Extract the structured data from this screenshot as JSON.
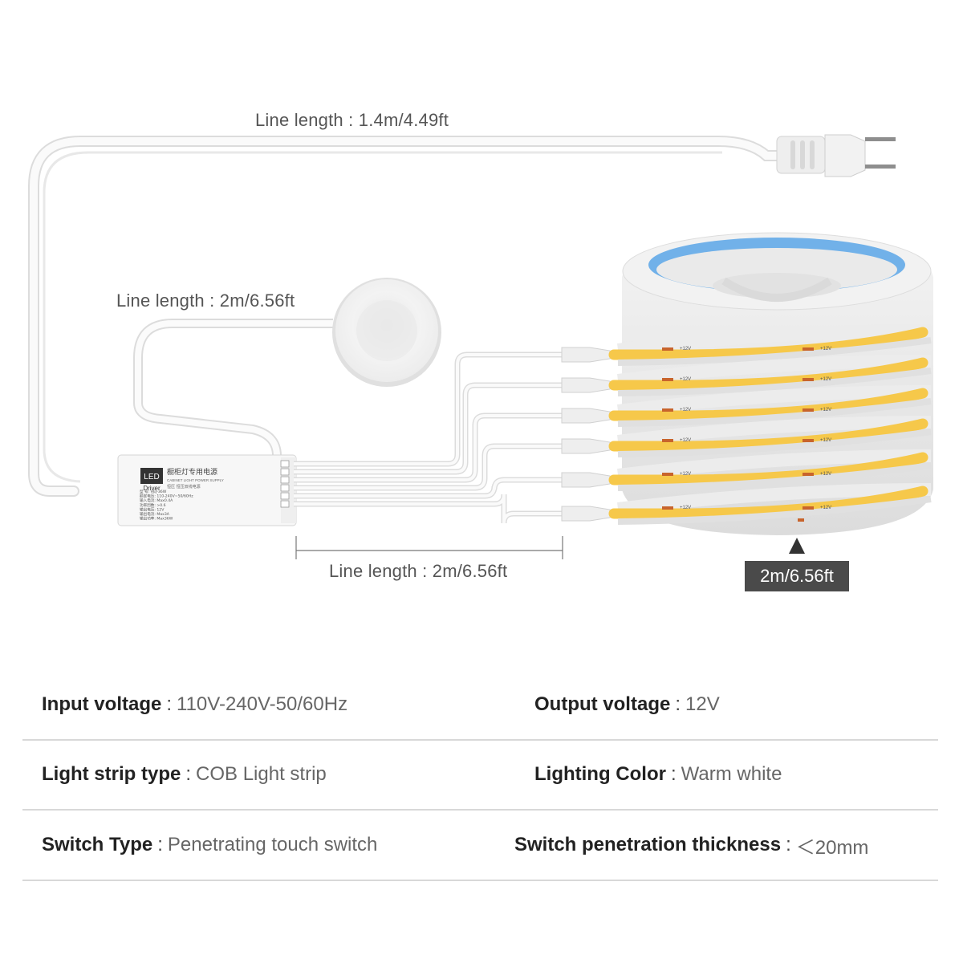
{
  "labels": {
    "plug_line": "Line length : 1.4m/4.49ft",
    "switch_line": "Line length : 2m/6.56ft",
    "output_line": "Line length : 2m/6.56ft",
    "strip_length": "2m/6.56ft"
  },
  "driver": {
    "logo_line1": "LED",
    "logo_line2": "Driver",
    "title_cn": "橱柜灯专用电源",
    "subtitle_en": "CABINET LIGHT POWER SUPPLY",
    "subtitle_cn": "恒压  恒压双线电源",
    "spec_lines": [
      "型    号: HEJ-36W",
      "额定电压: 110-240V~50/60Hz",
      "输入电流: Max0.4A",
      "功率因数: >0.6",
      "输出电压: 12V",
      "输出电流: Max3A",
      "输出功率: Max36W"
    ]
  },
  "strip_marker": "+12V",
  "specs": [
    {
      "left": {
        "name": "Input voltage",
        "sep": ":",
        "value": "110V-240V-50/60Hz"
      },
      "right": {
        "name": "Output voltage",
        "sep": ":",
        "value": "12V"
      }
    },
    {
      "left": {
        "name": "Light strip type",
        "sep": ":",
        "value": "COB Light strip"
      },
      "right": {
        "name": "Lighting Color",
        "sep": ":",
        "value": "Warm white"
      }
    },
    {
      "left": {
        "name": "Switch Type",
        "sep": ":",
        "value": "Penetrating touch switch"
      },
      "right": {
        "name": "Switch penetration thickness",
        "sep": ":",
        "value": "＜20mm"
      }
    }
  ],
  "colors": {
    "strip_yellow": "#f6c84a",
    "strip_copper": "#c8642c",
    "reel_blue": "#5aa6e8",
    "badge_bg": "#4a4a4a",
    "cable": "#e9e9e9",
    "divider": "#d8d8d8"
  }
}
